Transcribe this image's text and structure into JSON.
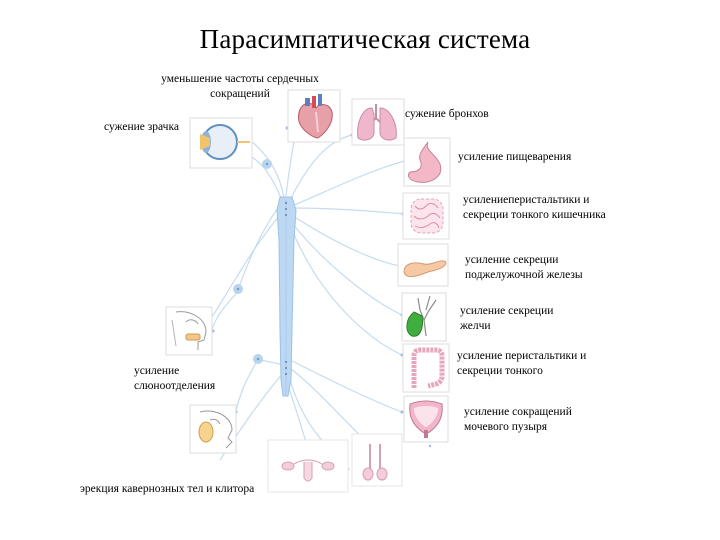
{
  "title": "Парасимпатическая система",
  "labels": {
    "heart_line1": "уменьшение частоты сердечных",
    "heart_line2": "сокращений",
    "pupil": "сужение зрачка",
    "bronchi": "сужение бронхов",
    "digestion": "усиление пищеварения",
    "intestine_line1": "усилениеперистальтики и",
    "intestine_line2": "секреции тонкого кишечника",
    "pancreas_line1": "усиление секреции",
    "pancreas_line2": "поджелужочной железы",
    "bile_line1": "усиление секреции",
    "bile_line2": "желчи",
    "colon_line1": "усиление перистальтики и",
    "colon_line2": "секреции тонкого",
    "bladder_line1": "усиление сокращений",
    "bladder_line2": "мочевого пузыря",
    "saliva_line1": "усиление",
    "saliva_line2": "слюноотделения",
    "erection": "эрекция кавернозных тел и клитора"
  },
  "colors": {
    "spine": "#bcd8f2",
    "spine_edge": "#9cc2e6",
    "nerve": "#c5dcef",
    "ganglion": "#b8d4ee",
    "organ_pink": "#f0b6cc",
    "organ_green": "#3fae3f",
    "eye_blue": "#5f8fc4"
  },
  "icons": [
    "eye-icon",
    "heart-icon",
    "lungs-icon",
    "stomach-icon",
    "small-intestine-icon",
    "pancreas-icon",
    "gallbladder-icon",
    "colon-icon",
    "bladder-icon",
    "face-saliva-icon",
    "face-gland-icon",
    "female-organs-icon",
    "male-organs-icon"
  ]
}
